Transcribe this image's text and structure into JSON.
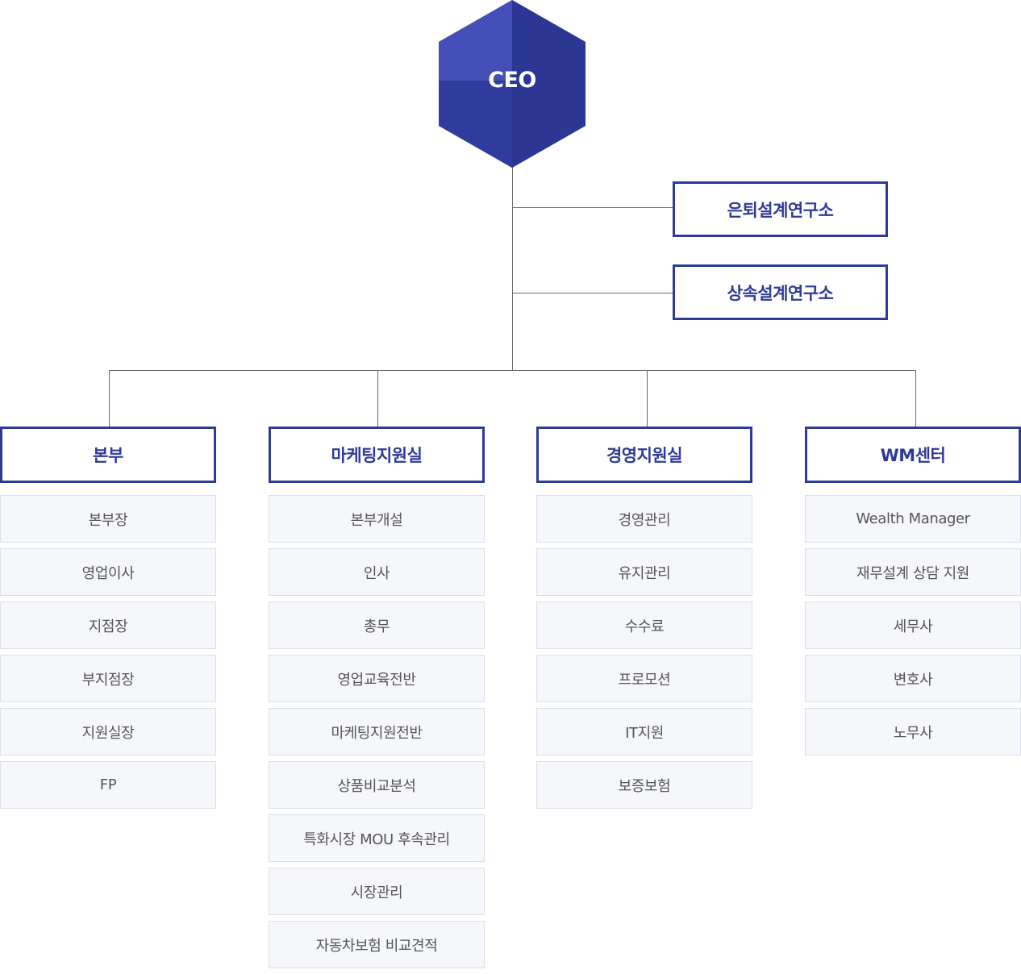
{
  "ceo": {
    "label": "CEO",
    "color": "#2e3a97",
    "highlight": "#4450b8"
  },
  "labs": [
    {
      "label": "은퇴설계연구소"
    },
    {
      "label": "상속설계연구소"
    }
  ],
  "departments": [
    {
      "label": "본부",
      "items": [
        "본부장",
        "영업이사",
        "지점장",
        "부지점장",
        "지원실장",
        "FP"
      ]
    },
    {
      "label": "마케팅지원실",
      "items": [
        "본부개설",
        "인사",
        "총무",
        "영업교육전반",
        "마케팅지원전반",
        "상품비교분석",
        "특화시장 MOU 후속관리",
        "시장관리",
        "자동차보험 비교견적"
      ]
    },
    {
      "label": "경영지원실",
      "items": [
        "경영관리",
        "유지관리",
        "수수료",
        "프로모션",
        "IT지원",
        "보증보험"
      ]
    },
    {
      "label": "WM센터",
      "items": [
        "Wealth Manager",
        "재무설계 상담 지원",
        "세무사",
        "변호사",
        "노무사"
      ]
    }
  ]
}
